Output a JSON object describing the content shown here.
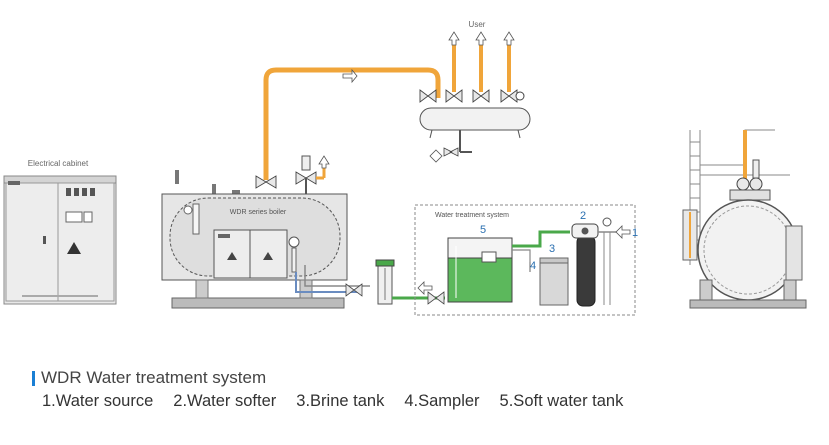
{
  "diagram": {
    "labels": {
      "user": "User",
      "electrical_cabinet": "Electrical cabinet",
      "boiler": "WDR series boiler",
      "water_treatment": "Water treatment system"
    },
    "numbers": [
      "1",
      "2",
      "3",
      "4",
      "5"
    ],
    "colors": {
      "steam_pipe": "#f0a53a",
      "water_pipe": "#4aa84a",
      "tank_water": "#5cb85c",
      "dashed_frame": "#888888",
      "number_blue": "#2a6fb0"
    }
  },
  "caption": {
    "title": "WDR Water treatment system",
    "items": [
      "1.Water source",
      "2.Water softer",
      "3.Brine tank",
      "4.Sampler",
      "5.Soft water tank"
    ]
  }
}
